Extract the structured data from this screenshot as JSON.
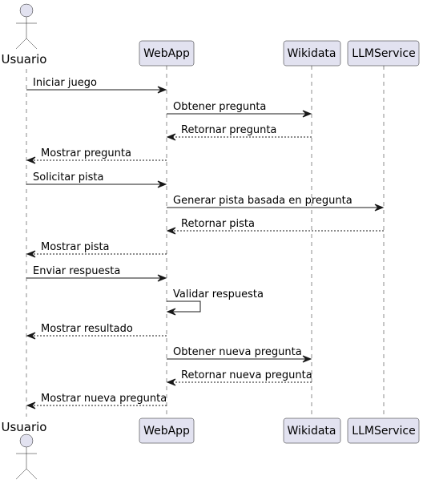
{
  "diagram": {
    "actor": {
      "name": "Usuario"
    },
    "participants": [
      {
        "id": "webapp",
        "name": "WebApp"
      },
      {
        "id": "wikidata",
        "name": "Wikidata"
      },
      {
        "id": "llm",
        "name": "LLMService"
      }
    ],
    "messages": [
      {
        "from": "usuario",
        "to": "webapp",
        "label": "Iniciar juego",
        "kind": "request"
      },
      {
        "from": "webapp",
        "to": "wikidata",
        "label": "Obtener pregunta",
        "kind": "request"
      },
      {
        "from": "wikidata",
        "to": "webapp",
        "label": "Retornar pregunta",
        "kind": "response"
      },
      {
        "from": "webapp",
        "to": "usuario",
        "label": "Mostrar pregunta",
        "kind": "response"
      },
      {
        "from": "usuario",
        "to": "webapp",
        "label": "Solicitar pista",
        "kind": "request"
      },
      {
        "from": "webapp",
        "to": "llm",
        "label": "Generar pista basada en pregunta",
        "kind": "request"
      },
      {
        "from": "llm",
        "to": "webapp",
        "label": "Retornar pista",
        "kind": "response"
      },
      {
        "from": "webapp",
        "to": "usuario",
        "label": "Mostrar pista",
        "kind": "response"
      },
      {
        "from": "usuario",
        "to": "webapp",
        "label": "Enviar respuesta",
        "kind": "request"
      },
      {
        "from": "webapp",
        "to": "webapp",
        "label": "Validar respuesta",
        "kind": "self"
      },
      {
        "from": "webapp",
        "to": "usuario",
        "label": "Mostrar resultado",
        "kind": "response"
      },
      {
        "from": "webapp",
        "to": "wikidata",
        "label": "Obtener nueva pregunta",
        "kind": "request"
      },
      {
        "from": "wikidata",
        "to": "webapp",
        "label": "Retornar nueva pregunta",
        "kind": "response"
      },
      {
        "from": "webapp",
        "to": "usuario",
        "label": "Mostrar nueva pregunta",
        "kind": "response"
      }
    ],
    "colors": {
      "participant_fill": "#E2E2F0",
      "participant_stroke": "#181818",
      "lifeline": "#181818",
      "arrow": "#181818",
      "text": "#000000"
    }
  }
}
